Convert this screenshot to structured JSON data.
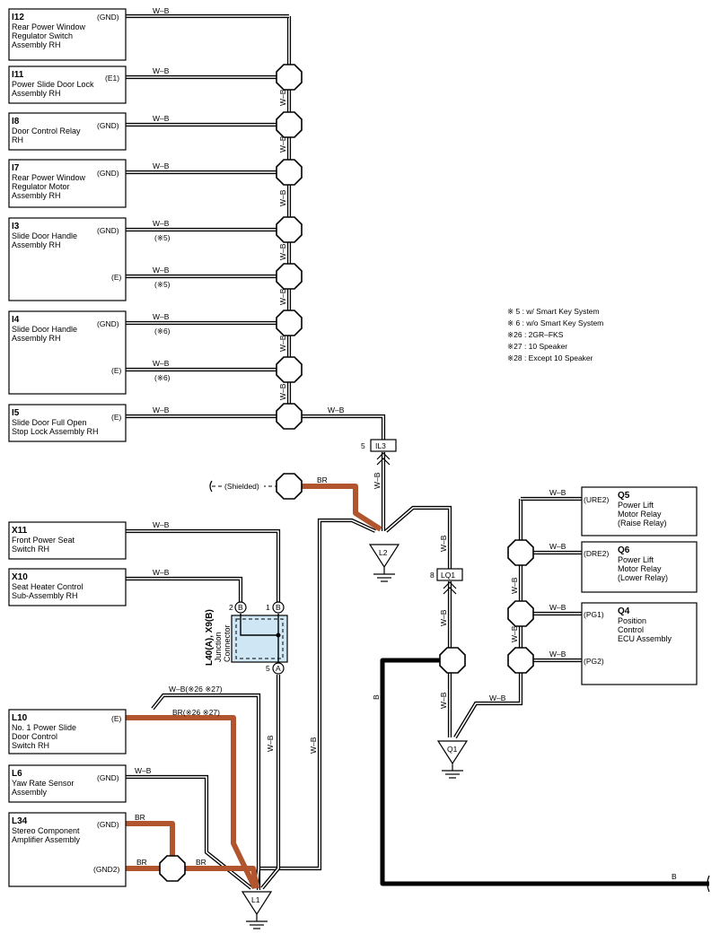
{
  "colors": {
    "br_wire": "#b0552e",
    "b_wire": "#000000",
    "junction_fill": "#cfe6f5"
  },
  "components": {
    "i12": {
      "code": "I12",
      "l1": "Rear Power Window",
      "l2": "Regulator Switch",
      "l3": "Assembly RH",
      "pin": "(GND)"
    },
    "i11": {
      "code": "I11",
      "l1": "Power Slide Door Lock",
      "l2": "Assembly RH",
      "pin": "(E1)"
    },
    "i8": {
      "code": "I8",
      "l1": "Door Control Relay",
      "l2": "RH",
      "pin": "(GND)"
    },
    "i7": {
      "code": "I7",
      "l1": "Rear Power Window",
      "l2": "Regulator Motor",
      "l3": "Assembly RH",
      "pin": "(GND)"
    },
    "i3": {
      "code": "I3",
      "l1": "Slide Door Handle",
      "l2": "Assembly RH",
      "pin1": "(GND)",
      "pin2": "(E)"
    },
    "i4": {
      "code": "I4",
      "l1": "Slide Door Handle",
      "l2": "Assembly RH",
      "pin1": "(GND)",
      "pin2": "(E)"
    },
    "i5": {
      "code": "I5",
      "l1": "Slide Door Full Open",
      "l2": "Stop Lock Assembly RH",
      "pin": "(E)"
    },
    "x11": {
      "code": "X11",
      "l1": "Front Power Seat",
      "l2": "Switch RH"
    },
    "x10": {
      "code": "X10",
      "l1": "Seat Heater Control",
      "l2": "Sub-Assembly RH"
    },
    "l10": {
      "code": "L10",
      "l1": "No. 1 Power Slide",
      "l2": "Door Control",
      "l3": "Switch RH",
      "pin": "(E)"
    },
    "l6": {
      "code": "L6",
      "l1": "Yaw Rate Sensor",
      "l2": "Assembly",
      "pin": "(GND)"
    },
    "l34": {
      "code": "L34",
      "l1": "Stereo Component",
      "l2": "Amplifier Assembly",
      "pin1": "(GND)",
      "pin2": "(GND2)"
    },
    "q5": {
      "code": "Q5",
      "l1": "Power Lift",
      "l2": "Motor Relay",
      "l3": "(Raise Relay)",
      "pin": "(URE2)"
    },
    "q6": {
      "code": "Q6",
      "l1": "Power Lift",
      "l2": "Motor Relay",
      "l3": "(Lower Relay)",
      "pin": "(DRE2)"
    },
    "q4": {
      "code": "Q4",
      "l1": "Position",
      "l2": "Control",
      "l3": "ECU Assembly",
      "pin1": "(PG1)",
      "pin2": "(PG2)"
    }
  },
  "wires": {
    "wb": "W–B",
    "br": "BR",
    "b": "B",
    "wb_opt": "W–B(※26 ※27)",
    "br_opt": "BR(※26 ※27)"
  },
  "options": {
    "sk": "(※5)",
    "nosk": "(※6)"
  },
  "shielded": "(Shielded)",
  "connectors": {
    "il3": {
      "name": "IL3",
      "pin": "5"
    },
    "lq1": {
      "name": "LQ1",
      "pin": "8"
    },
    "junction": {
      "name": "L40(A), X9(B)",
      "line2": "Junction",
      "line3": "Connector",
      "p2": "2",
      "p1": "1",
      "p5": "5",
      "b": "B",
      "a": "A"
    }
  },
  "grounds": {
    "l2": "L2",
    "l1": "L1",
    "q1": "Q1"
  },
  "notes": [
    "※ 5 : w/ Smart Key System",
    "※ 6 : w/o Smart Key System",
    "※26 : 2GR–FKS",
    "※27 : 10 Speaker",
    "※28 : Except 10 Speaker"
  ]
}
